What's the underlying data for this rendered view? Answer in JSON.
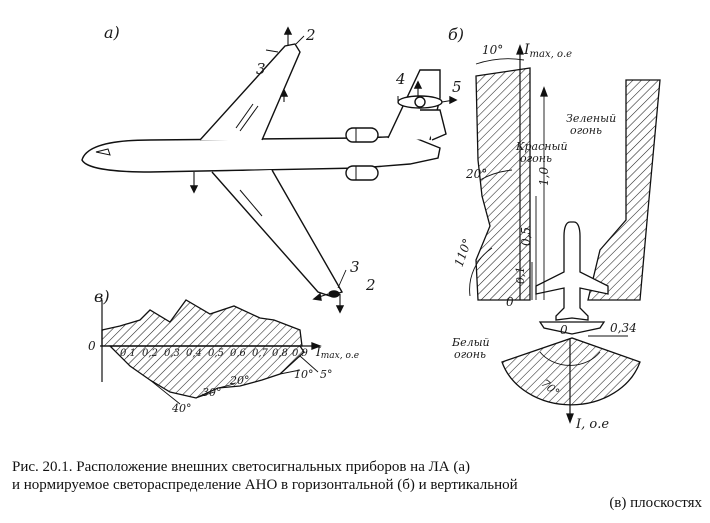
{
  "panels": {
    "a": "а)",
    "b": "б)",
    "v": "в)"
  },
  "aircraft_callouts": [
    "2",
    "3",
    "4",
    "5",
    "3",
    "2"
  ],
  "horizontal_diagram": {
    "axis_label": "I",
    "axis_label_sub": "max, о.е",
    "axis_label_down": "I, о.е",
    "angle_top": "10°",
    "angle_mid": "20°",
    "angle_side": "110°",
    "angle_bottom": "70°",
    "tick_1_0": "1,0",
    "tick_0_5": "0,5",
    "tick_0_1": "0,1",
    "tick_0_34": "0,34",
    "zero_left": "0",
    "zero_bottom": "0",
    "red_light_line1": "Красный",
    "red_light_line2": "огонь",
    "green_light_line1": "Зеленый",
    "green_light_line2": "огонь",
    "white_light_line1": "Белый",
    "white_light_line2": "огонь"
  },
  "vertical_diagram": {
    "zero": "0",
    "ticks": [
      "0,1",
      "0,2",
      "0,3",
      "0,4",
      "0,5",
      "0,6",
      "0,7",
      "0,8",
      "0,9"
    ],
    "axis_label": "I",
    "axis_label_sub": "max, о.е",
    "angles": [
      "40°",
      "30°",
      "20°",
      "10°",
      "5°"
    ]
  },
  "caption": {
    "line1": "Рис.  20.1.  Расположение  внешних  светосигнальных  приборов  на  ЛА  (а)",
    "line2": "и  нормируемое  светораспределение  АНО  в  горизонтальной  (б)  и  вертикальной",
    "line3": "(в)  плоскостях"
  }
}
